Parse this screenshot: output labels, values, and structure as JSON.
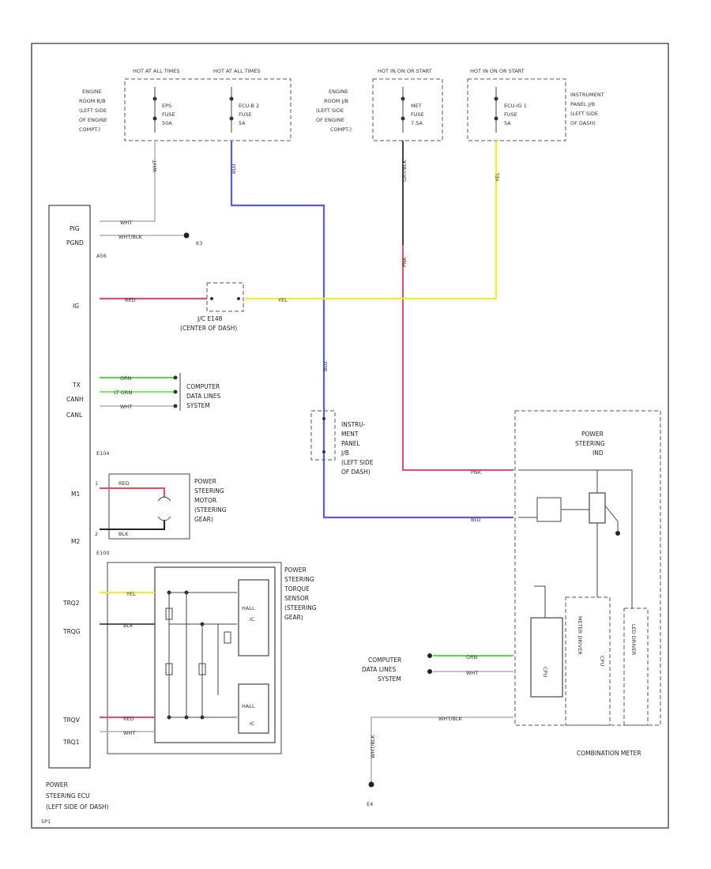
{
  "colors": {
    "blue": "#5a5aee",
    "red": "#ee4a66",
    "pink": "#f08da0",
    "yellow": "#f2ee22",
    "green": "#55dd44",
    "lightgreen": "#7ef070",
    "black": "#222222",
    "gray": "#b0b0b0"
  },
  "fuse_blocks": [
    {
      "hot": "HOT AT ALL TIMES",
      "loc": [
        "ENGINE",
        "ROOM R/B",
        "(LEFT SIDE",
        "OF ENGINE",
        "COMPT.)"
      ],
      "fuses": [
        [
          "EPS",
          "FUSE",
          "50A"
        ],
        [
          "ECU-B 2",
          "FUSE",
          "5A"
        ]
      ]
    },
    {
      "hot": "HOT AT ALL TIMES",
      "loc": [],
      "fuses": []
    },
    {
      "hot": "HOT IN ON OR START",
      "loc": [
        "ENGINE",
        "ROOM J/B",
        "(LEFT SIDE",
        "OF ENGINE",
        "COMPT.)"
      ],
      "fuses": [
        [
          "MET",
          "FUSE",
          "7.5A"
        ]
      ]
    },
    {
      "hot": "HOT IN ON OR START",
      "loc": [
        "INSTRUMENT",
        "PANEL J/B",
        "(LEFT SIDE",
        "OF DASH)"
      ],
      "fuses": [
        [
          "ECU-IG 1",
          "FUSE",
          "5A"
        ]
      ]
    }
  ],
  "ecu_pins_top": [
    "PIG",
    "PGND"
  ],
  "ecu_pins_mid": [
    "IG",
    "TX",
    "CANH",
    "CANL",
    "M1",
    "M2",
    "TRQ2",
    "TRQG",
    "TRQV",
    "TRQ1"
  ],
  "wires": {
    "wht": "WHT",
    "wht_blk": "WHT/BLK",
    "red": "RED",
    "yel": "YEL",
    "grn": "GRN",
    "lt_grn": "LT GRN",
    "blu": "BLU",
    "pnk": "PNK",
    "blk": "BLK",
    "gry_blk": "GRY/BLK"
  },
  "connectors": {
    "a56": "A56",
    "e104": "E104",
    "e100": "E100",
    "k3": "K3",
    "e4": "E4",
    "pin1": "1",
    "pin2": "2"
  },
  "junction_center": [
    "J/C E148",
    "(CENTER OF DASH)"
  ],
  "computer_data": [
    "COMPUTER",
    "DATA LINES",
    "SYSTEM"
  ],
  "ps_motor": [
    "POWER",
    "STEERING",
    "MOTOR",
    "(STEERING",
    "GEAR)"
  ],
  "torque_sensor": [
    "POWER",
    "STEERING",
    "TORQUE",
    "SENSOR",
    "(STEERING",
    "GEAR)"
  ],
  "hall_ic": [
    "HALL",
    "IC"
  ],
  "instr_jb": [
    "INSTRU-",
    "MENT",
    "PANEL",
    "J/B",
    "(LEFT SIDE",
    "OF DASH)"
  ],
  "ps_ecu": [
    "POWER",
    "STEERING ECU",
    "(LEFT SIDE OF DASH)"
  ],
  "ps_indicator": [
    "POWER",
    "STEERING",
    "IND"
  ],
  "combo_meter": "COMBINATION METER",
  "meter_parts": [
    "CPU",
    "CPU",
    "METER DRIVER",
    "LED DRIVER"
  ],
  "ground_label": "E4",
  "page_code": "SP1"
}
